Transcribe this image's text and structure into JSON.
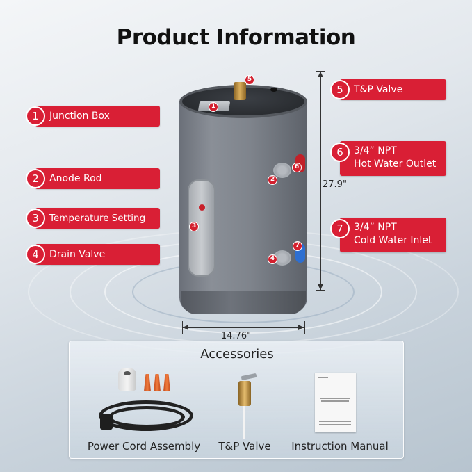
{
  "title": "Product Information",
  "callouts": [
    {
      "num": "1",
      "line1": "Junction Box",
      "line2": ""
    },
    {
      "num": "2",
      "line1": "Anode Rod",
      "line2": ""
    },
    {
      "num": "3",
      "line1": "Temperature Setting",
      "line2": ""
    },
    {
      "num": "4",
      "line1": "Drain Valve",
      "line2": ""
    },
    {
      "num": "5",
      "line1": "T&P Valve",
      "line2": ""
    },
    {
      "num": "6",
      "line1": "3/4”  NPT",
      "line2": "Hot Water Outlet"
    },
    {
      "num": "7",
      "line1": "3/4”  NPT",
      "line2": "Cold Water Inlet"
    }
  ],
  "dimensions": {
    "height": "27.9\"",
    "width": "14.76\""
  },
  "accessories": {
    "title": "Accessories",
    "items": [
      {
        "label": "Power Cord Assembly",
        "icon": "power-cord-icon"
      },
      {
        "label": "T&P Valve",
        "icon": "tp-valve-icon"
      },
      {
        "label": "Instruction Manual",
        "icon": "manual-icon"
      }
    ]
  },
  "colors": {
    "accent": "#d91f35",
    "hot": "#c22028",
    "cold": "#2d6fd1",
    "tank": "#7f848c"
  }
}
